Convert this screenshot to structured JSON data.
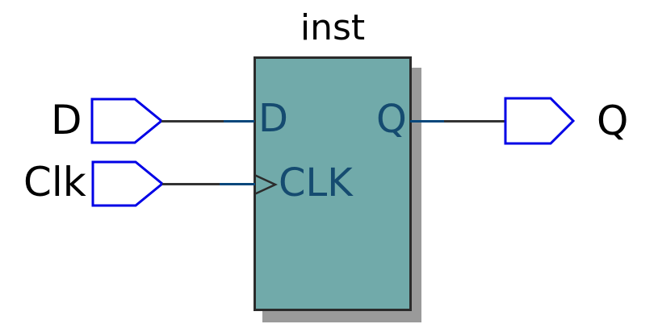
{
  "diagram": {
    "instance_label": "inst",
    "block": {
      "type": "d-flip-flop",
      "ports": {
        "d": {
          "label": "D"
        },
        "clk": {
          "label": "CLK",
          "has_clock_edge_marker": true
        },
        "q": {
          "label": "Q"
        }
      }
    },
    "input_pins": [
      {
        "label": "D"
      },
      {
        "label": "Clk"
      }
    ],
    "output_pins": [
      {
        "label": "Q"
      }
    ],
    "colors": {
      "background": "#ffffff",
      "block_fill": "#71aaaa",
      "block_border": "#2b2b2b",
      "block_shadow": "#9a9a9a",
      "pin_outline": "#0000e6",
      "pin_fill": "#ffffff",
      "net_wire": "#333333",
      "port_stub_wire": "#06477b",
      "port_label_text": "#154b70",
      "label_text": "#000000"
    }
  }
}
